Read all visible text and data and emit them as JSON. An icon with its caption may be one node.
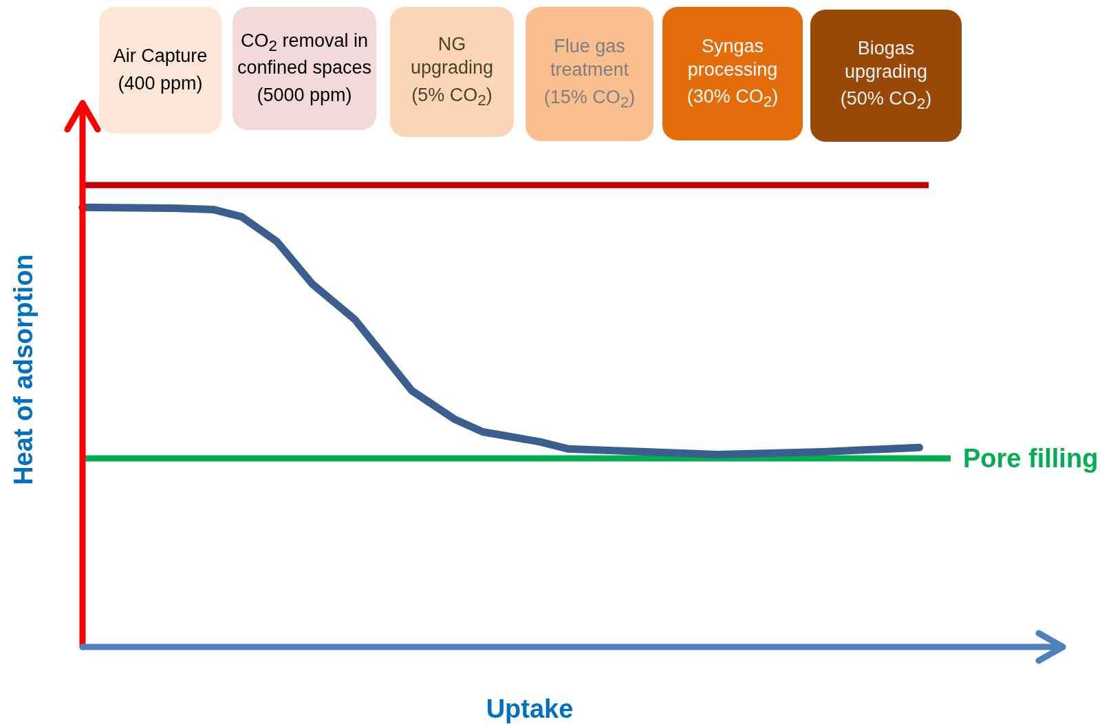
{
  "diagram": {
    "nodes": [
      {
        "text": [
          "Air Capture",
          "(400 ppm)"
        ]
      },
      {
        "text": [
          "CO$_{2}$ removal in confined spaces",
          "(5000 ppm)"
        ]
      },
      {
        "text": [
          "NG upgrading",
          "(5% CO$_{2}$)"
        ]
      },
      {
        "text": [
          "Flue gas treatment",
          "(15% CO$_{2}$)"
        ]
      },
      {
        "text": [
          "Syngas processing",
          "(30% CO$_{2}$)"
        ]
      },
      {
        "text": [
          "Biogas upgrading",
          "(50% CO$_{2}$)"
        ]
      }
    ],
    "labels": [
      "Heat of adsorption",
      "Pore filling",
      "Uptake"
    ]
  }
}
